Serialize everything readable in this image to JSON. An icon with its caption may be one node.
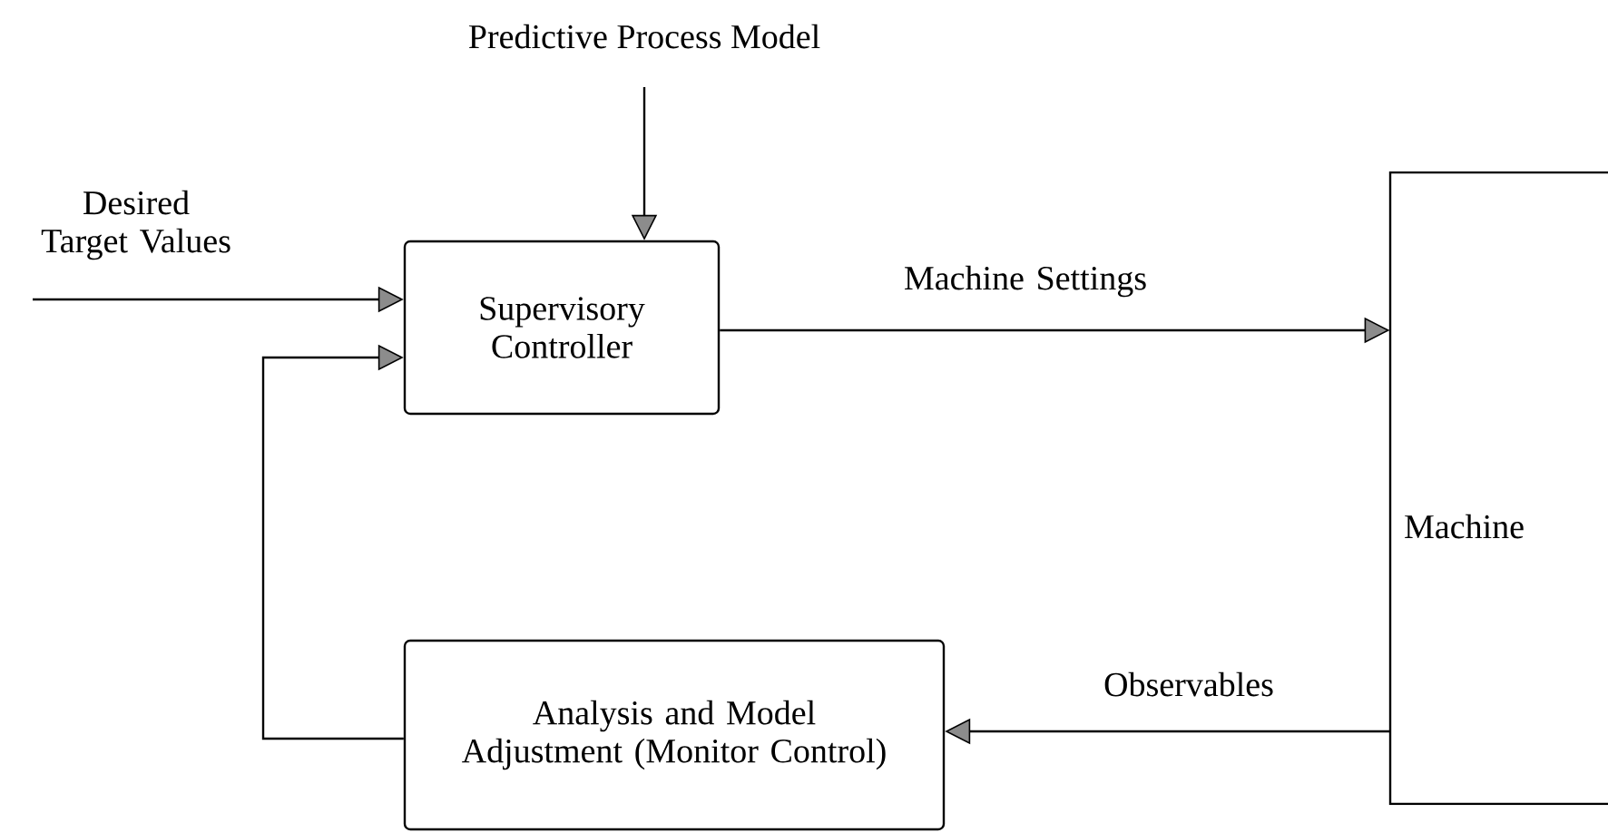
{
  "diagram": {
    "nodes": [
      {
        "text": [
          "Predictive Process Model"
        ]
      },
      {
        "text": [
          "Supervisory Controller"
        ]
      },
      {
        "text": [
          "Machine"
        ]
      },
      {
        "text": [
          "Analysis and Model Adjustment (Monitor Control)"
        ]
      }
    ],
    "edges": [
      {
        "from": 0,
        "to": 1,
        "arrow": "to"
      },
      {
        "from": null,
        "to": 1,
        "arrow": "to",
        "label": "Desired Target Values"
      },
      {
        "from": 1,
        "to": 2,
        "arrow": "to",
        "label": "Machine Settings"
      },
      {
        "from": 2,
        "to": 3,
        "arrow": "to",
        "label": "Observables"
      },
      {
        "from": 3,
        "to": 1,
        "arrow": "to"
      }
    ]
  }
}
